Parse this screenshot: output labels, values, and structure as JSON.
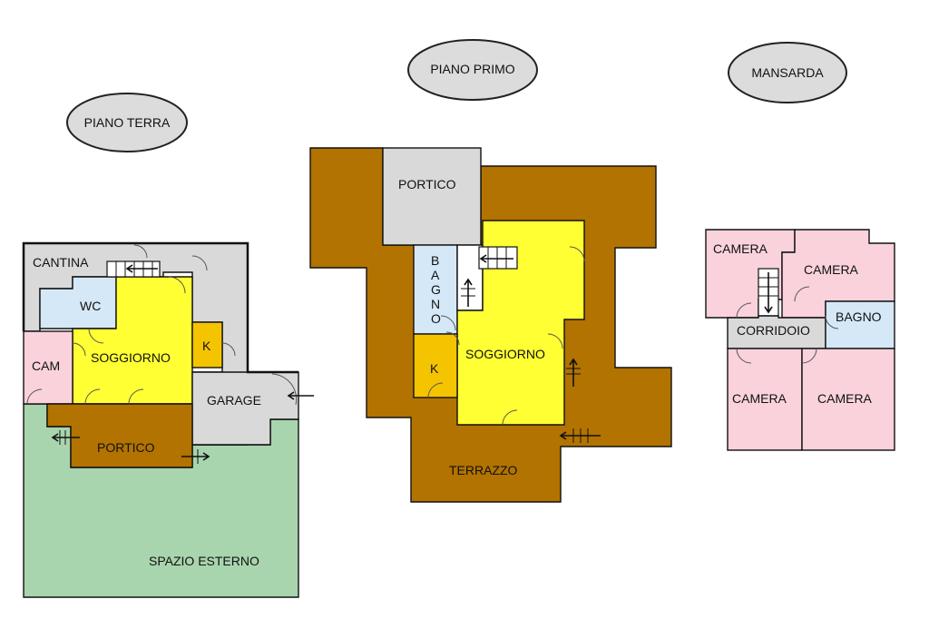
{
  "floors": {
    "ground": {
      "title": "PIANO TERRA",
      "rooms": {
        "cantina": "CANTINA",
        "wc": "WC",
        "soggiorno": "SOGGIORNO",
        "k": "K",
        "cam": "CAM",
        "garage": "GARAGE",
        "portico": "PORTICO",
        "spazio_esterno": "SPAZIO ESTERNO"
      }
    },
    "first": {
      "title": "PIANO PRIMO",
      "rooms": {
        "portico": "PORTICO",
        "bagno_letters": [
          "B",
          "A",
          "G",
          "N",
          "O"
        ],
        "k": "K",
        "soggiorno": "SOGGIORNO",
        "terrazzo": "TERRAZZO"
      }
    },
    "attic": {
      "title": "MANSARDA",
      "rooms": {
        "camera_nw": "CAMERA",
        "camera_ne": "CAMERA",
        "corridoio": "CORRIDOIO",
        "bagno": "BAGNO",
        "camera_sw": "CAMERA",
        "camera_se": "CAMERA"
      }
    }
  },
  "colors": {
    "service": "#d9d9d9",
    "living": "#ffff33",
    "kitchen": "#f5c400",
    "bath": "#d5e8f7",
    "bedroom": "#f9d2dc",
    "portico": "#b27300",
    "garden": "#a8d5ae",
    "badge": "#dcdcdc"
  }
}
